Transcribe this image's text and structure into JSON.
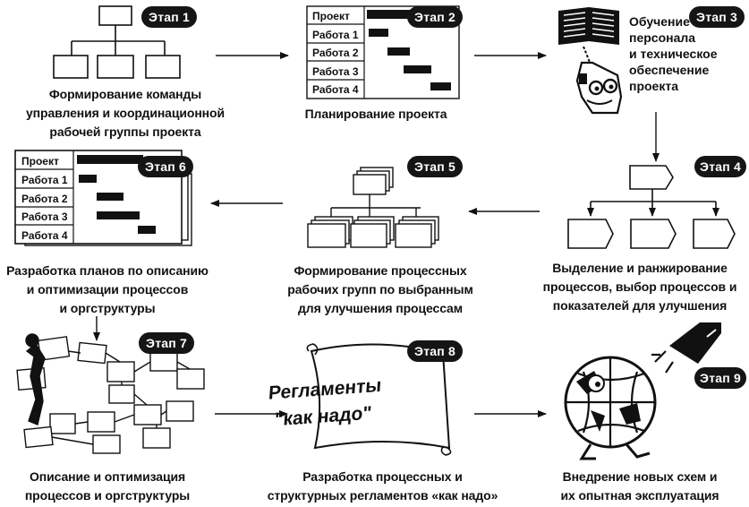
{
  "stages": [
    {
      "badge": "Этап 1",
      "lines": [
        "Формирование команды",
        "управления и координационной",
        "рабочей группы проекта"
      ]
    },
    {
      "badge": "Этап 2",
      "lines": [
        "Планирование проекта"
      ]
    },
    {
      "badge": "Этап 3",
      "lines": [
        "Обучение",
        "персонала",
        "и техническое",
        "обеспечение",
        "проекта"
      ]
    },
    {
      "badge": "Этап 4",
      "lines": [
        "Выделение и ранжирование",
        "процессов, выбор процессов и",
        "показателей для улучшения"
      ]
    },
    {
      "badge": "Этап 5",
      "lines": [
        "Формирование процессных",
        "рабочих групп по выбранным",
        "для улучшения процессам"
      ]
    },
    {
      "badge": "Этап 6",
      "lines": [
        "Разработка планов по описанию",
        "и оптимизации процессов",
        "и оргструктуры"
      ]
    },
    {
      "badge": "Этап 7",
      "lines": [
        "Описание и оптимизация",
        "процессов и оргструктуры"
      ]
    },
    {
      "badge": "Этап 8",
      "lines": [
        "Разработка процессных и",
        "структурных регламентов «как надо»"
      ]
    },
    {
      "badge": "Этап 9",
      "lines": [
        "Внедрение новых схем и",
        "их опытная эксплуатация"
      ]
    }
  ],
  "gantt_small": {
    "rows": [
      "Проект",
      "Работа 1",
      "Работа 2",
      "Работа 3",
      "Работа 4"
    ]
  },
  "gantt_large": {
    "rows": [
      "Проект",
      "Работа 1",
      "Работа 2",
      "Работа 3",
      "Работа 4"
    ]
  },
  "scroll": {
    "line1": "Регламенты",
    "line2": "\"как надо\""
  }
}
